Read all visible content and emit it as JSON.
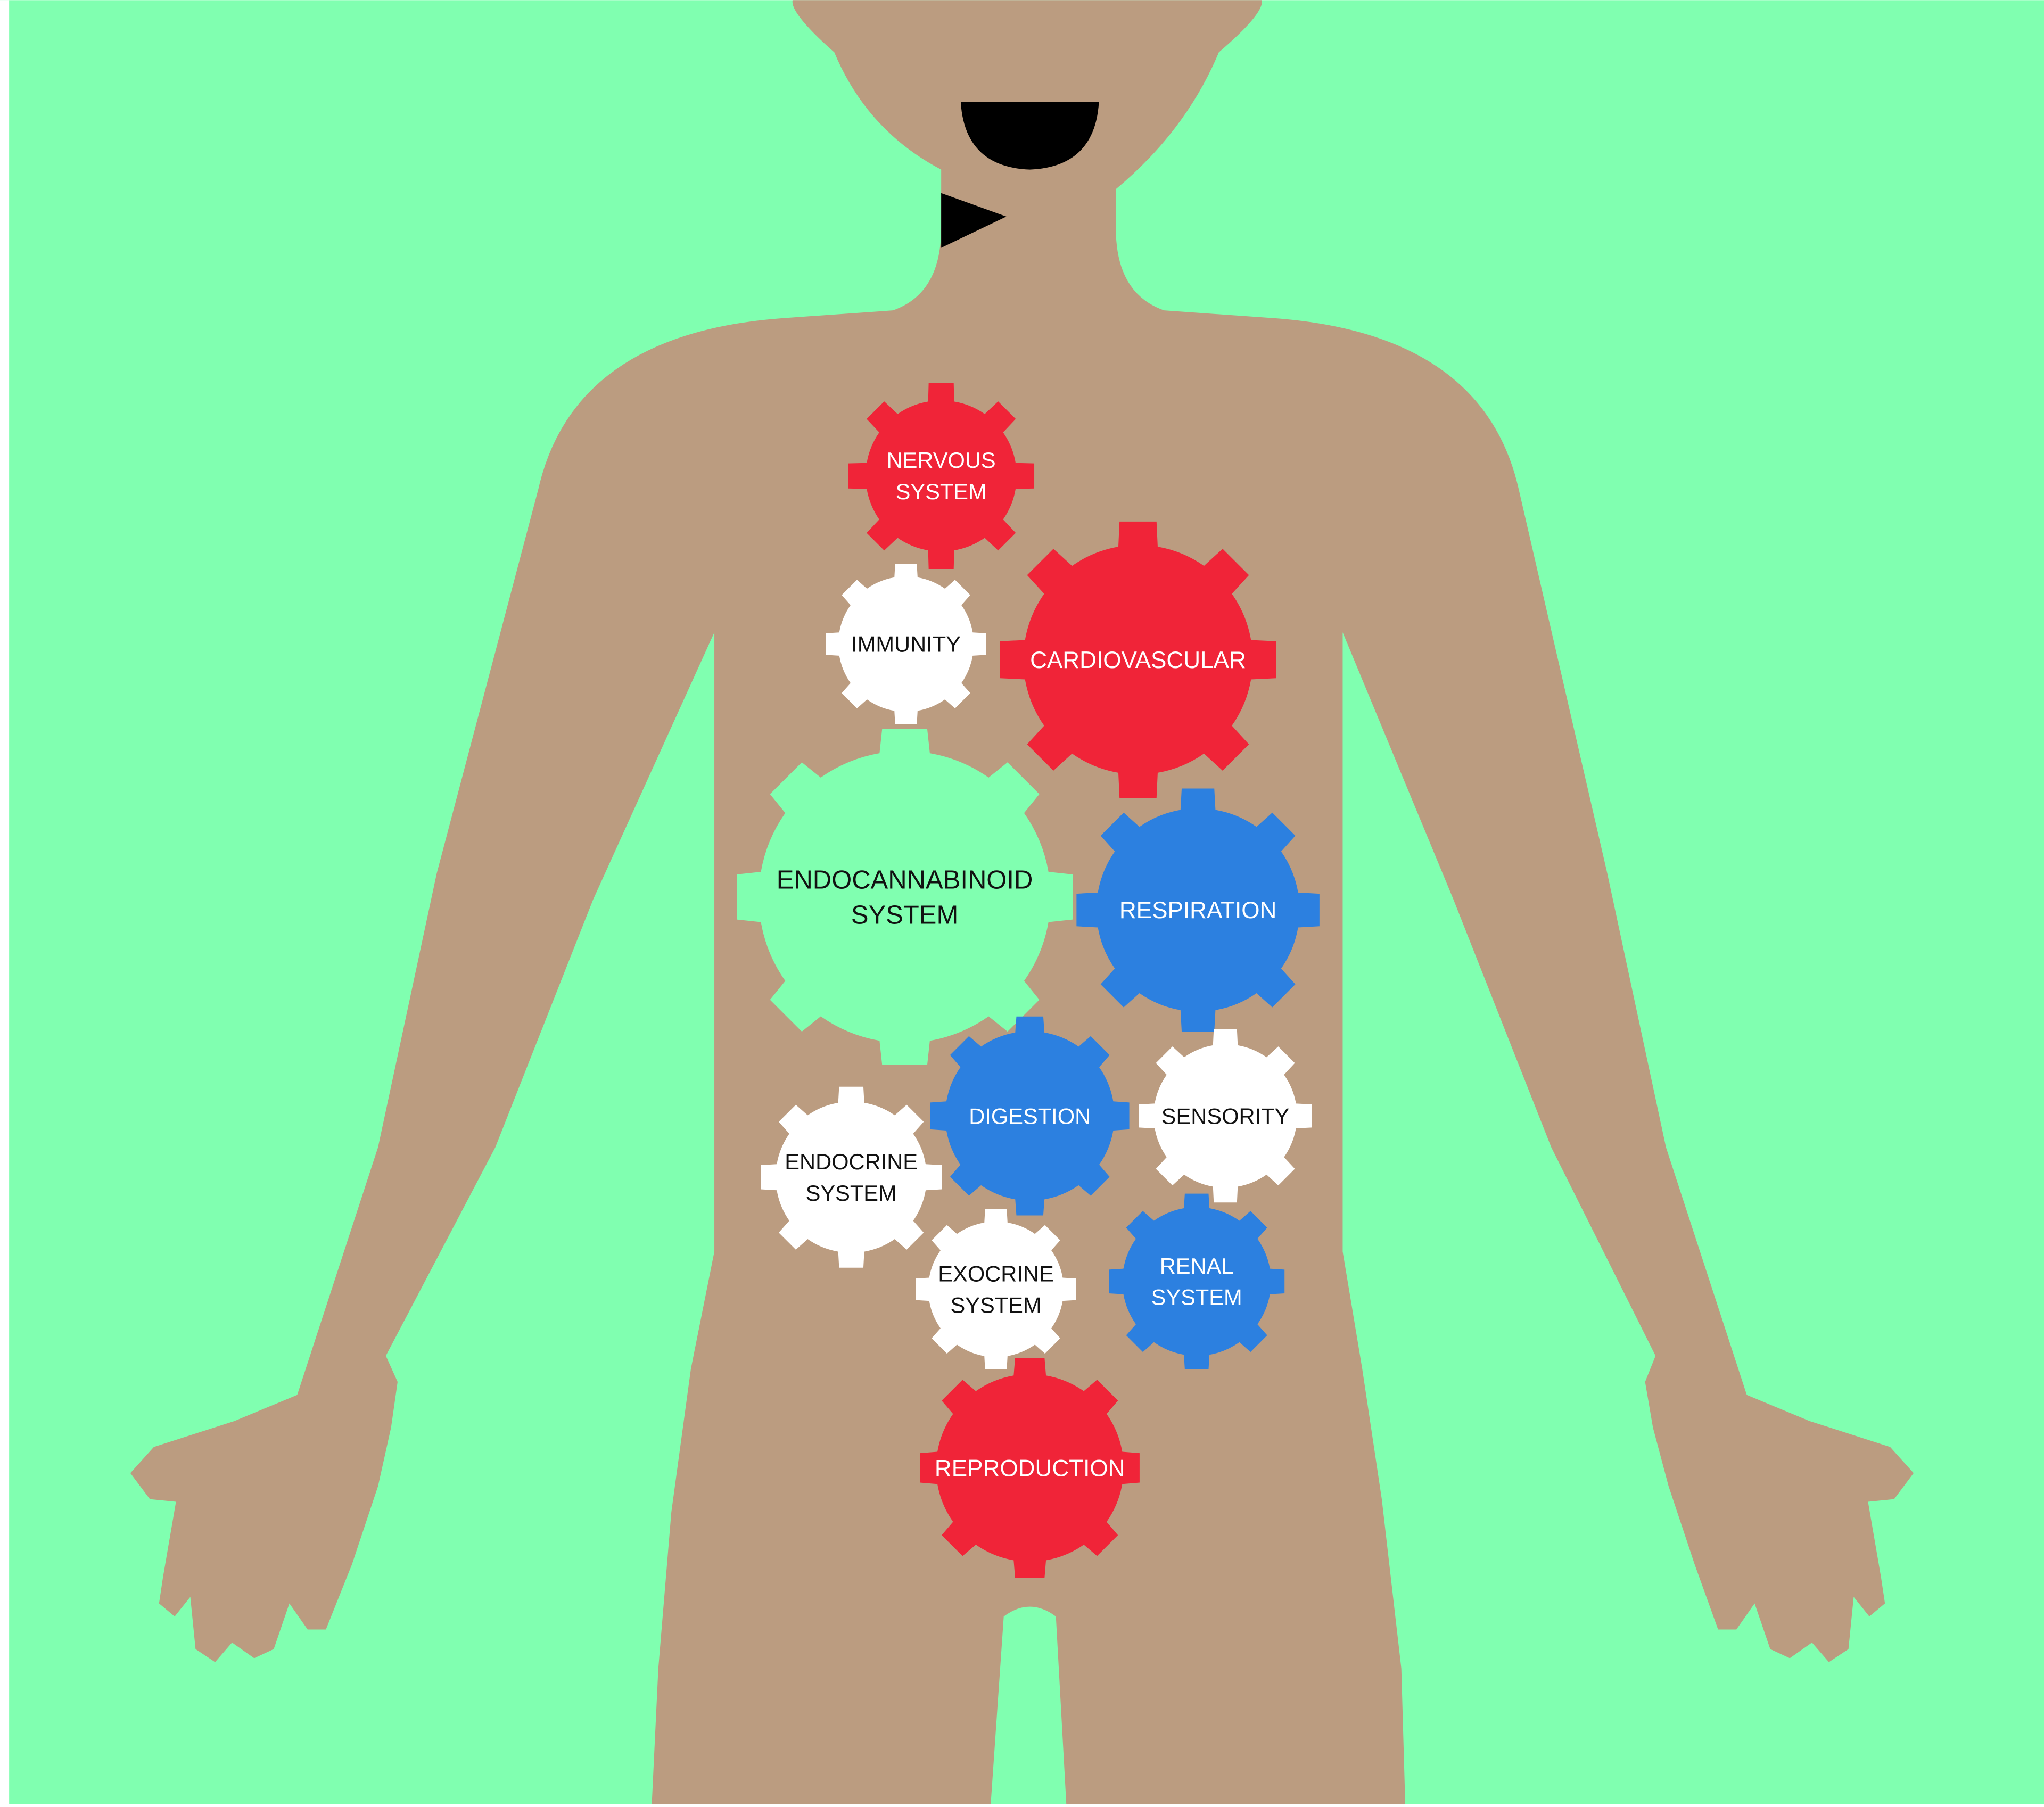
{
  "colors": {
    "background": "#80FFB0",
    "skin": "#BB9C80",
    "mouth": "#000000",
    "red": "#F02438",
    "blue": "#2C80E0",
    "white": "#FFFFFF",
    "green": "#80FFB0"
  },
  "gears": [
    {
      "id": "nervous-system",
      "lines": [
        "NERVOUS",
        "SYSTEM"
      ],
      "fill": "red",
      "text_color": "white"
    },
    {
      "id": "immunity",
      "lines": [
        "IMMUNITY"
      ],
      "fill": "white",
      "text_color": "black"
    },
    {
      "id": "cardiovascular",
      "lines": [
        "CARDIOVASCULAR"
      ],
      "fill": "red",
      "text_color": "white"
    },
    {
      "id": "endocannabinoid-system",
      "lines": [
        "ENDOCANNABINOID",
        "SYSTEM"
      ],
      "fill": "green",
      "text_color": "black"
    },
    {
      "id": "respiration",
      "lines": [
        "RESPIRATION"
      ],
      "fill": "blue",
      "text_color": "white"
    },
    {
      "id": "digestion",
      "lines": [
        "DIGESTION"
      ],
      "fill": "blue",
      "text_color": "white"
    },
    {
      "id": "sensority",
      "lines": [
        "SENSORITY"
      ],
      "fill": "white",
      "text_color": "black"
    },
    {
      "id": "endocrine-system",
      "lines": [
        "ENDOCRINE",
        "SYSTEM"
      ],
      "fill": "white",
      "text_color": "black"
    },
    {
      "id": "exocrine-system",
      "lines": [
        "EXOCRINE",
        "SYSTEM"
      ],
      "fill": "white",
      "text_color": "black"
    },
    {
      "id": "renal-system",
      "lines": [
        "RENAL",
        "SYSTEM"
      ],
      "fill": "blue",
      "text_color": "white"
    },
    {
      "id": "reproduction",
      "lines": [
        "REPRODUCTION"
      ],
      "fill": "red",
      "text_color": "white"
    }
  ]
}
